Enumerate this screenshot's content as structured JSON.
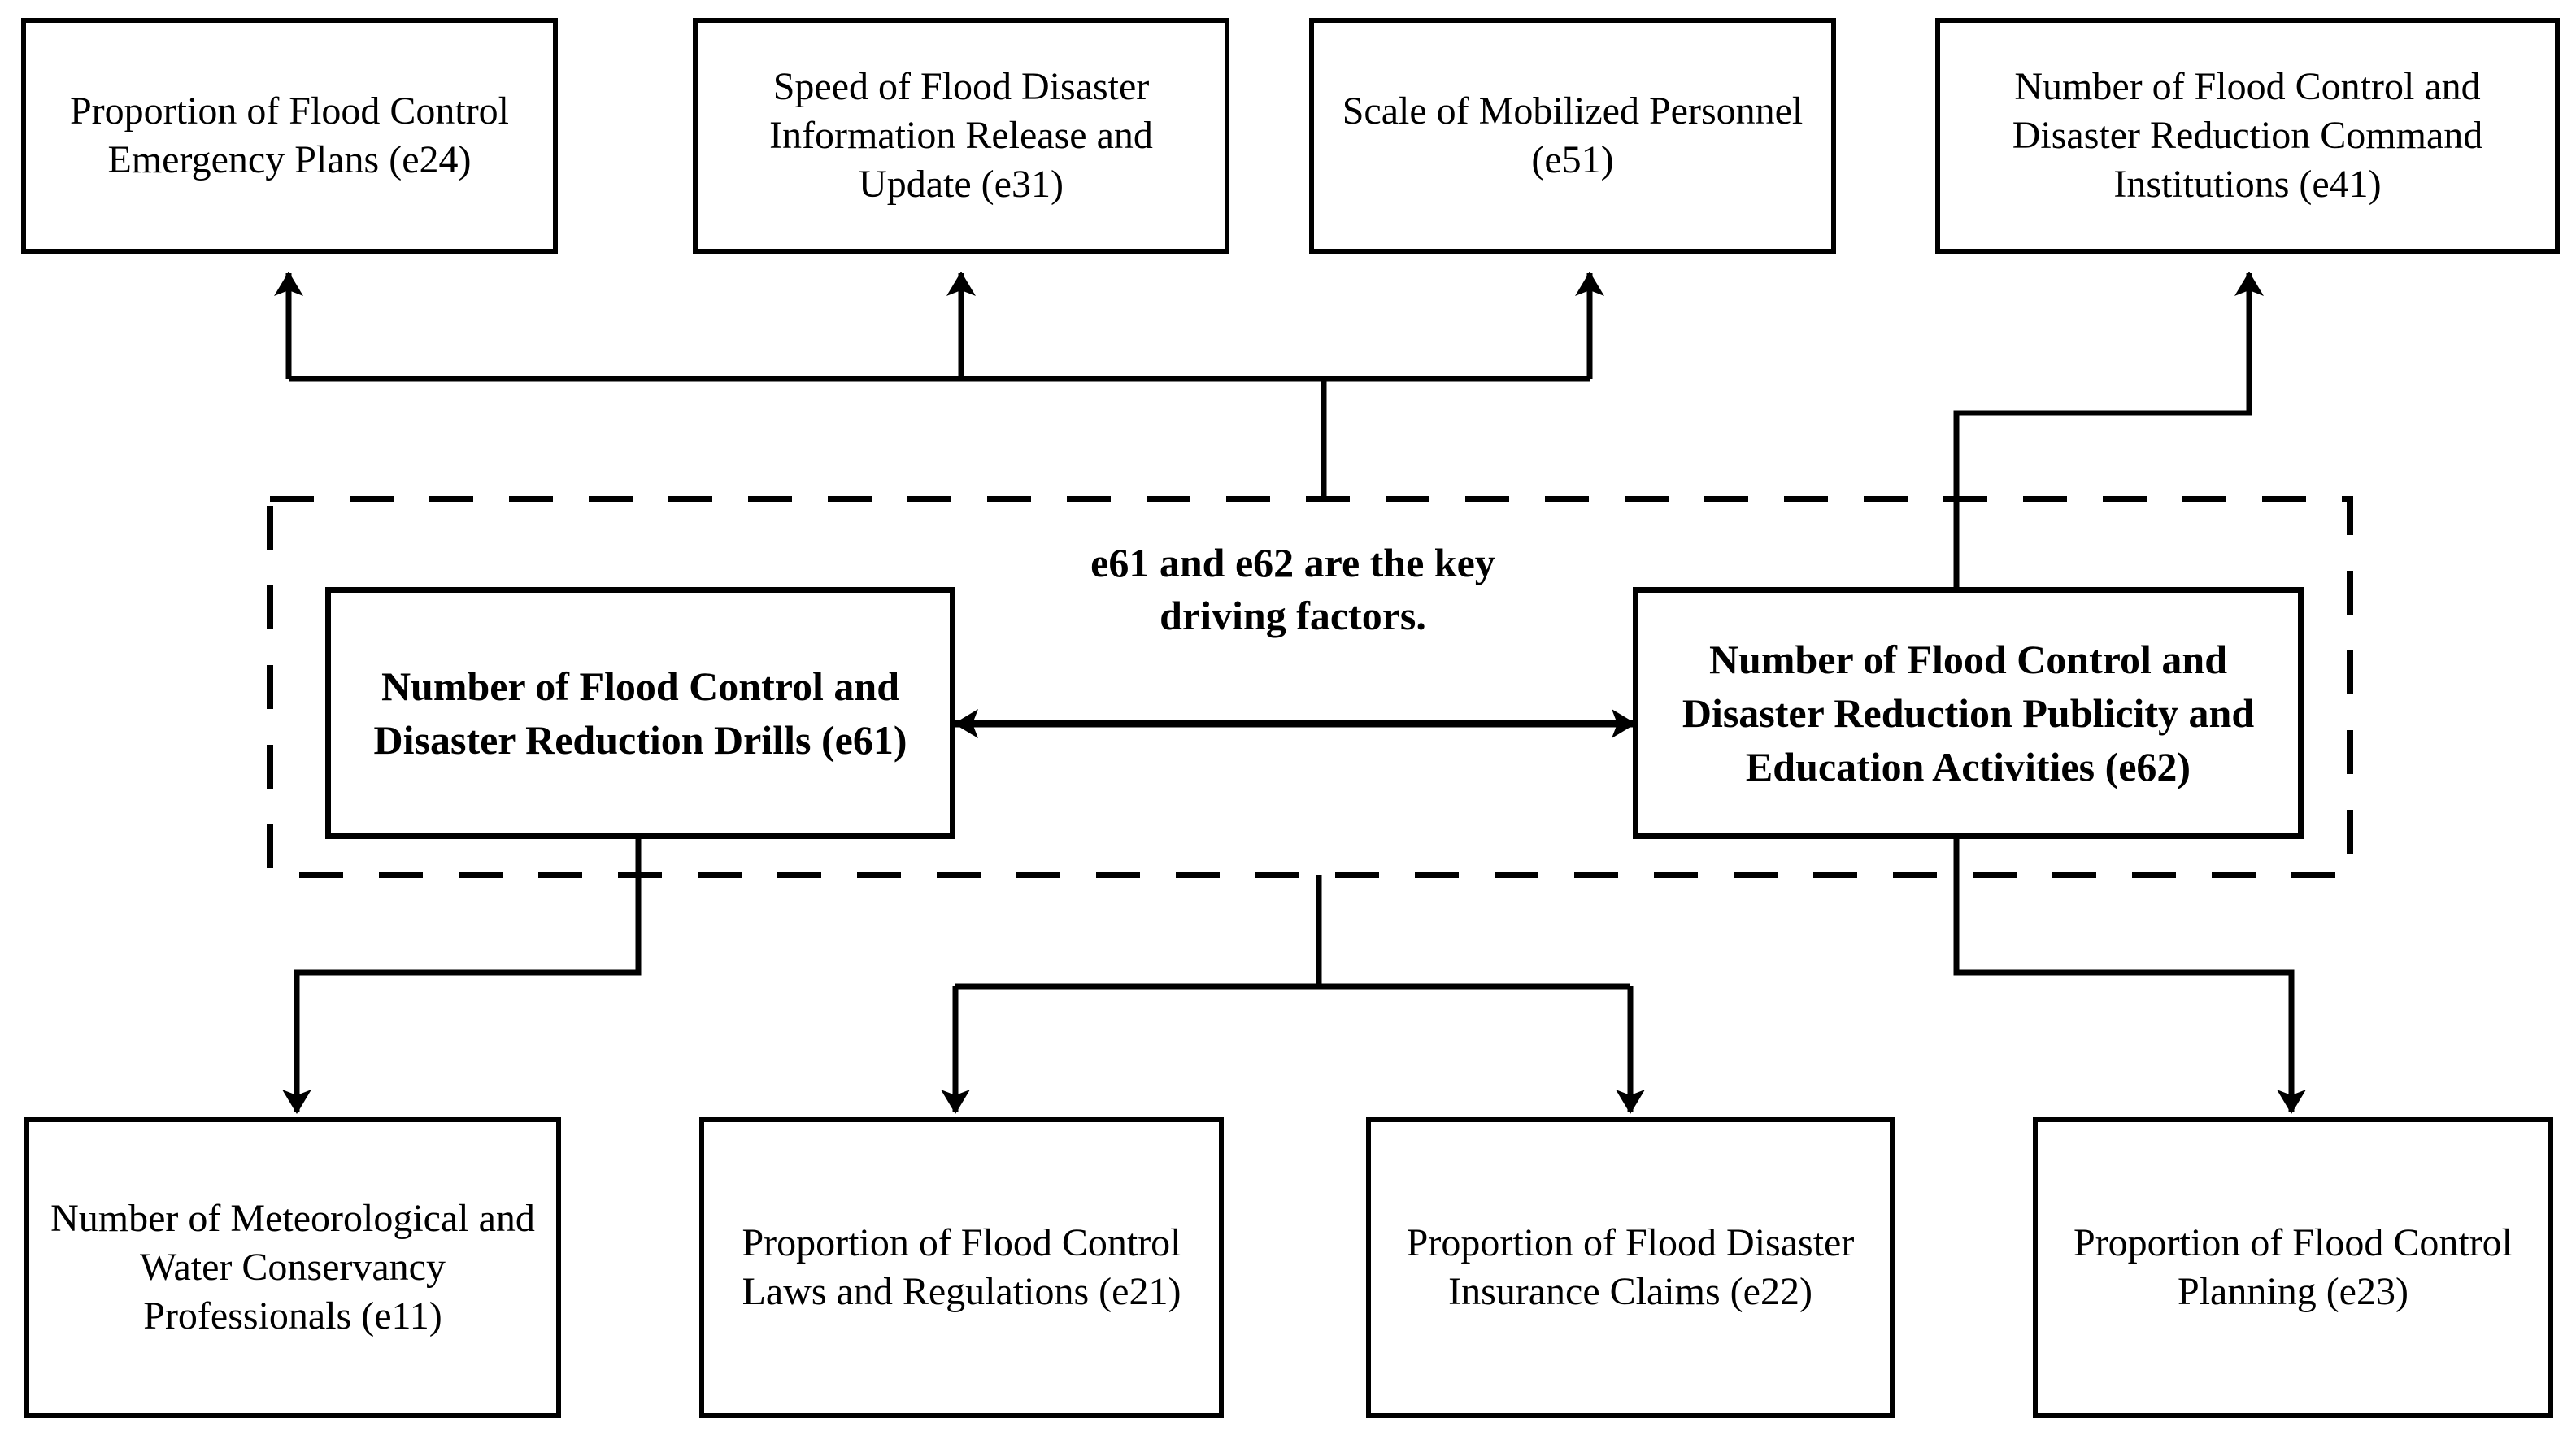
{
  "diagram": {
    "title": "Key driving factors influence diagram",
    "colors": {
      "line": "#000000",
      "box_border": "#000000",
      "background": "#ffffff",
      "dashed_group_border": "#000000"
    },
    "group_note": "e61 and e62 are the key\ndriving factors.",
    "nodes": {
      "e24": {
        "id": "e24",
        "label": "Proportion of Flood Control Emergency Plans (e24)"
      },
      "e31": {
        "id": "e31",
        "label": "Speed of Flood Disaster Information Release and Update (e31)"
      },
      "e51": {
        "id": "e51",
        "label": "Scale of Mobilized Personnel (e51)"
      },
      "e41": {
        "id": "e41",
        "label": "Number of Flood Control and Disaster Reduction Command Institutions (e41)"
      },
      "e61": {
        "id": "e61",
        "label": "Number of Flood Control and Disaster Reduction Drills (e61)"
      },
      "e62": {
        "id": "e62",
        "label": "Number of Flood Control and Disaster Reduction Publicity and Education Activities (e62)"
      },
      "e11": {
        "id": "e11",
        "label": "Number of Meteorological and Water Conservancy Professionals (e11)"
      },
      "e21": {
        "id": "e21",
        "label": "Proportion of Flood Control Laws and Regulations (e21)"
      },
      "e22": {
        "id": "e22",
        "label": "Proportion of Flood Disaster Insurance Claims (e22)"
      },
      "e23": {
        "id": "e23",
        "label": "Proportion of Flood Control Planning (e23)"
      }
    },
    "edges": [
      {
        "from": "e61",
        "to": "e24",
        "direction": "one-way"
      },
      {
        "from": "e61",
        "to": "e31",
        "direction": "one-way"
      },
      {
        "from": "e61",
        "to": "e51",
        "direction": "one-way"
      },
      {
        "from": "e62",
        "to": "e41",
        "direction": "one-way"
      },
      {
        "from": "e61",
        "to": "e62",
        "direction": "two-way"
      },
      {
        "from": "e61",
        "to": "e11",
        "direction": "one-way"
      },
      {
        "from": "e61",
        "to": "e21",
        "direction": "one-way"
      },
      {
        "from": "e61",
        "to": "e22",
        "direction": "one-way"
      },
      {
        "from": "e62",
        "to": "e23",
        "direction": "one-way"
      }
    ]
  }
}
